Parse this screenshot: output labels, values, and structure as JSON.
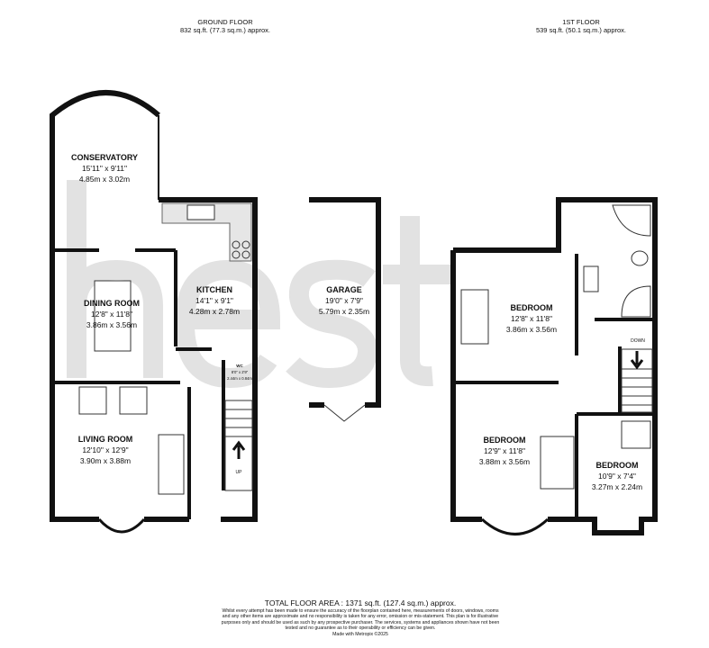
{
  "ground_floor": {
    "title": "GROUND FLOOR",
    "area": "832 sq.ft. (77.3 sq.m.) approx."
  },
  "first_floor": {
    "title": "1ST FLOOR",
    "area": "539 sq.ft. (50.1 sq.m.) approx."
  },
  "rooms": {
    "conservatory": {
      "name": "CONSERVATORY",
      "imperial": "15'11\" x 9'11\"",
      "metric": "4.85m x 3.02m"
    },
    "kitchen": {
      "name": "KITCHEN",
      "imperial": "14'1\" x 9'1\"",
      "metric": "4.28m x 2.78m"
    },
    "dining": {
      "name": "DINING ROOM",
      "imperial": "12'8\" x 11'8\"",
      "metric": "3.86m x 3.56m"
    },
    "living": {
      "name": "LIVING ROOM",
      "imperial": "12'10\" x 12'9\"",
      "metric": "3.90m x 3.88m"
    },
    "wc": {
      "name": "WC",
      "imperial": "8'0\" x 2'9\"",
      "metric": "2.44m x 0.84m"
    },
    "garage": {
      "name": "GARAGE",
      "imperial": "19'0\" x 7'9\"",
      "metric": "5.79m x 2.35m"
    },
    "bedroom1": {
      "name": "BEDROOM",
      "imperial": "12'8\" x 11'8\"",
      "metric": "3.86m x 3.56m"
    },
    "bedroom2": {
      "name": "BEDROOM",
      "imperial": "12'9\" x 11'8\"",
      "metric": "3.88m x 3.56m"
    },
    "bedroom3": {
      "name": "BEDROOM",
      "imperial": "10'9\" x 7'4\"",
      "metric": "3.27m x 2.24m"
    }
  },
  "stairs": {
    "up": "UP",
    "down": "DOWN"
  },
  "watermark": "hest",
  "footer": {
    "total": "TOTAL FLOOR AREA : 1371 sq.ft. (127.4 sq.m.) approx.",
    "disclaimer": "Whilst every attempt has been made to ensure the accuracy of the floorplan contained here, measurements of doors, windows, rooms and any other items are approximate and no responsibility is taken for any error, omission or mis-statement. This plan is for illustrative purposes only and should be used as such by any prospective purchaser. The services, systems and appliances shown have not been tested and no guarantee as to their operability or efficiency can be given.",
    "credit": "Made with Metropix ©2025"
  },
  "colors": {
    "wall": "#111111",
    "fill": "#ffffff",
    "watermark": "#d8d8d8",
    "worktop": "#e6e6e6"
  }
}
